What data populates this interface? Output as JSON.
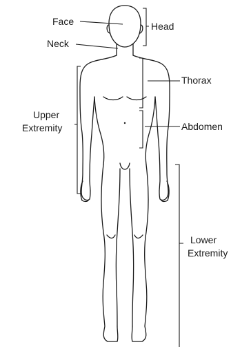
{
  "labels": {
    "face": "Face",
    "head": "Head",
    "neck": "Neck",
    "thorax": "Thorax",
    "upper_1": "Upper",
    "upper_2": "Extremity",
    "abdomen": "Abdomen",
    "lower_1": "Lower",
    "lower_2": "Extremity"
  }
}
